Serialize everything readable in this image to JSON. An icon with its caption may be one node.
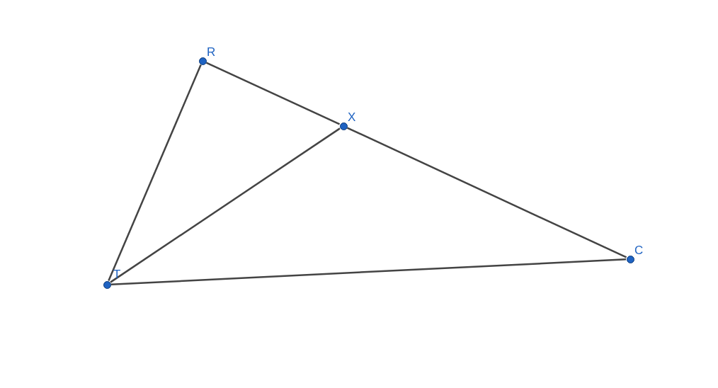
{
  "diagram": {
    "nodes": [
      {
        "text": [],
        "shape": "circle",
        "beside": [
          "R"
        ]
      },
      {
        "text": [],
        "shape": "circle",
        "beside": [
          "X"
        ]
      },
      {
        "text": [],
        "shape": "circle",
        "beside": [
          "C"
        ]
      },
      {
        "text": [],
        "shape": "circle",
        "beside": [
          "T"
        ]
      }
    ],
    "edges": [
      {
        "from": 0,
        "to": 1,
        "arrow": "none"
      },
      {
        "from": 1,
        "to": 2,
        "arrow": "none"
      },
      {
        "from": 0,
        "to": 3,
        "arrow": "none"
      },
      {
        "from": 3,
        "to": 1,
        "arrow": "none"
      },
      {
        "from": 3,
        "to": 2,
        "arrow": "none"
      }
    ]
  }
}
